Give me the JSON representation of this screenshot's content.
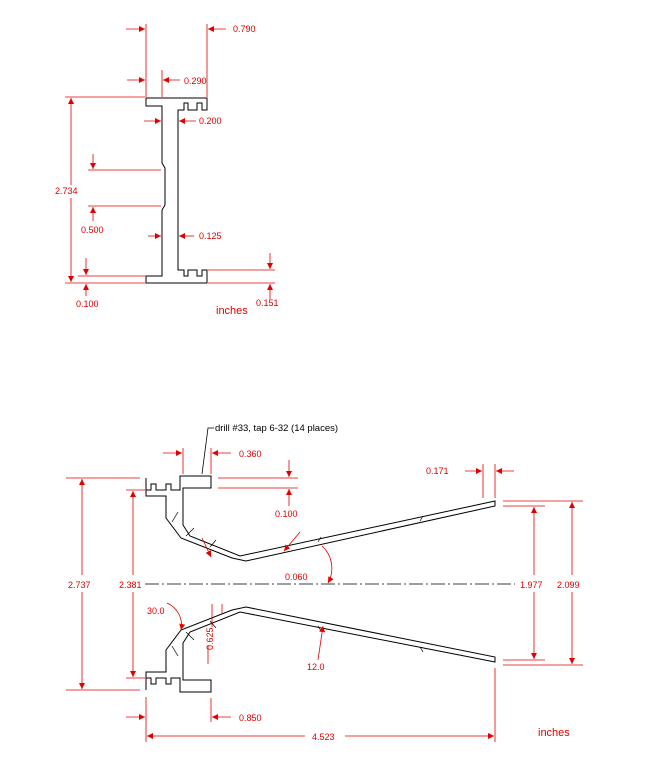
{
  "colors": {
    "dimension": "#e00000",
    "outline": "#000000",
    "background": "#ffffff"
  },
  "figure_top": {
    "dims": {
      "d_0790": "0.790",
      "d_0290": "0.290",
      "d_0200": "0.200",
      "d_2734": "2.734",
      "d_0500": "0.500",
      "d_0125": "0.125",
      "d_0100": "0.100",
      "d_0151": "0.151"
    },
    "units": "inches"
  },
  "figure_bottom": {
    "note": "drill #33, tap 6-32 (14 places)",
    "dims": {
      "d_0360": "0.360",
      "d_0171": "0.171",
      "d_0100": "0.100",
      "d_0060": "0.060",
      "d_2737": "2.737",
      "d_2381": "2.381",
      "d_1977": "1.977",
      "d_2099": "2.099",
      "a_300": "30.0",
      "d_0625": "0.625",
      "a_120": "12.0",
      "d_0850": "0.850",
      "d_4523": "4.523"
    },
    "units": "inches"
  }
}
